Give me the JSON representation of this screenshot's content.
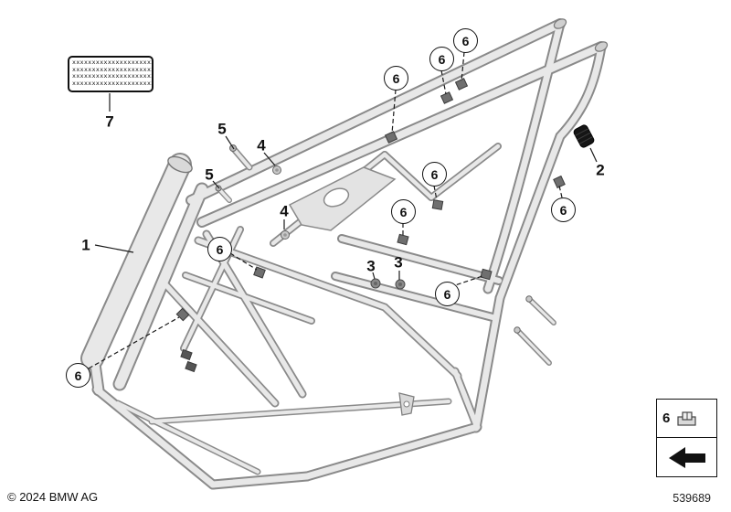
{
  "footer": {
    "copyright": "© 2024 BMW AG",
    "part_number": "539689"
  },
  "sticker": {
    "rows": [
      "xxxxxxxxxxxxxxxxxxxxx",
      "xxxxxxxxxxxxxxxxxxxxx",
      "xxxxxxxxxxxxxxxxxxxxx",
      "xxxxxxxxxxxxxxxxxxxxx"
    ]
  },
  "legend": {
    "item_label": "6"
  },
  "callouts": {
    "plain": [
      {
        "label": "1"
      },
      {
        "label": "2"
      },
      {
        "label": "3"
      },
      {
        "label": "3"
      },
      {
        "label": "4"
      },
      {
        "label": "4"
      },
      {
        "label": "5"
      },
      {
        "label": "5"
      },
      {
        "label": "7"
      }
    ],
    "circled": [
      {
        "label": "6"
      },
      {
        "label": "6"
      },
      {
        "label": "6"
      },
      {
        "label": "6"
      },
      {
        "label": "6"
      },
      {
        "label": "6"
      },
      {
        "label": "6"
      },
      {
        "label": "6"
      },
      {
        "label": "6"
      }
    ]
  }
}
